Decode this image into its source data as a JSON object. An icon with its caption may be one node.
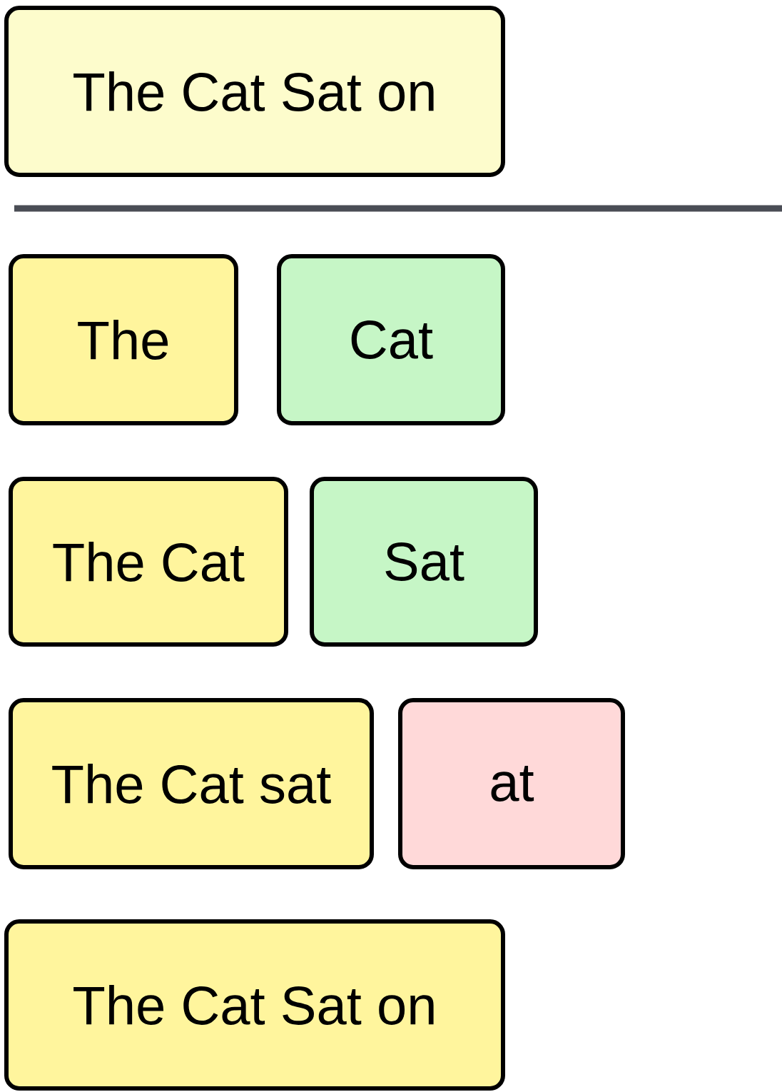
{
  "diagram": {
    "nodes": [
      {
        "text": [
          "The Cat Sat on"
        ]
      },
      {
        "text": [
          "The"
        ]
      },
      {
        "text": [
          "Cat"
        ]
      },
      {
        "text": [
          "The Cat"
        ]
      },
      {
        "text": [
          "Sat"
        ]
      },
      {
        "text": [
          "The Cat sat"
        ]
      },
      {
        "text": [
          "at"
        ]
      },
      {
        "text": [
          "The Cat Sat on"
        ]
      }
    ]
  }
}
